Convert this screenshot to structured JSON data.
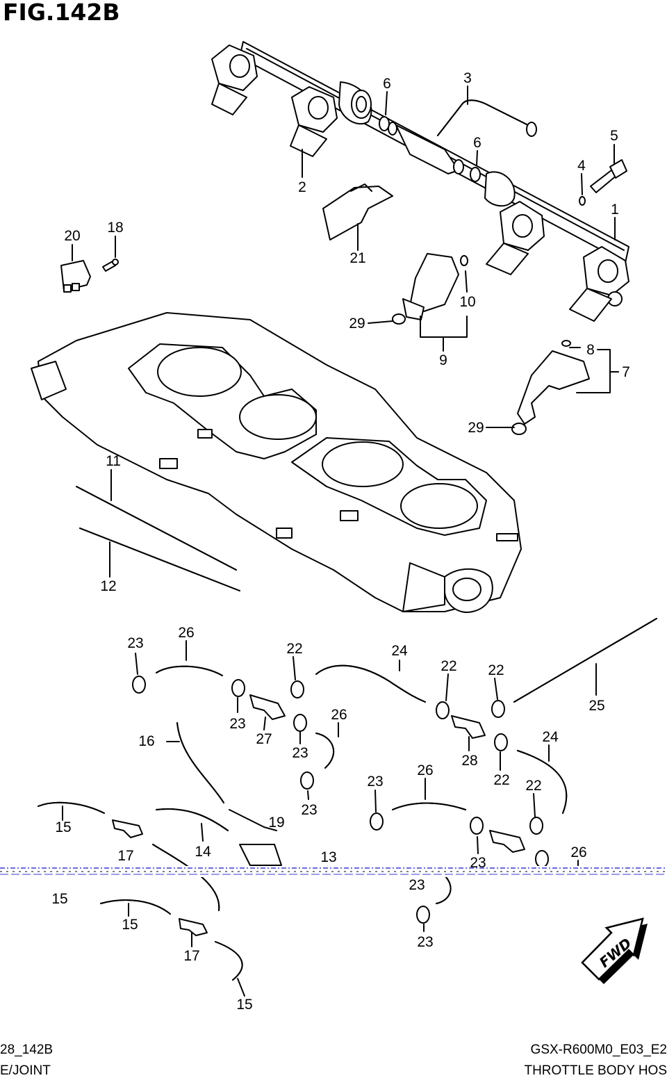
{
  "figure_title": "FIG.142B",
  "footer": {
    "left_code": "28_142B",
    "left_caption": "E/JOINT",
    "right_code": "GSX-R600M0_E03_E2",
    "right_caption": "THROTTLE BODY HOS"
  },
  "fwd_label": "FWD",
  "callouts": [
    {
      "id": "c1",
      "text": "1"
    },
    {
      "id": "c2",
      "text": "2"
    },
    {
      "id": "c3",
      "text": "3"
    },
    {
      "id": "c4",
      "text": "4"
    },
    {
      "id": "c5",
      "text": "5"
    },
    {
      "id": "c6a",
      "text": "6"
    },
    {
      "id": "c6b",
      "text": "6"
    },
    {
      "id": "c7",
      "text": "7"
    },
    {
      "id": "c8",
      "text": "8"
    },
    {
      "id": "c9",
      "text": "9"
    },
    {
      "id": "c10",
      "text": "10"
    },
    {
      "id": "c11",
      "text": "11"
    },
    {
      "id": "c12",
      "text": "12"
    },
    {
      "id": "c13",
      "text": "13"
    },
    {
      "id": "c14",
      "text": "14"
    },
    {
      "id": "c15a",
      "text": "15"
    },
    {
      "id": "c15b",
      "text": "15"
    },
    {
      "id": "c15c",
      "text": "15"
    },
    {
      "id": "c15d",
      "text": "15"
    },
    {
      "id": "c16",
      "text": "16"
    },
    {
      "id": "c17a",
      "text": "17"
    },
    {
      "id": "c17b",
      "text": "17"
    },
    {
      "id": "c18",
      "text": "18"
    },
    {
      "id": "c19",
      "text": "19"
    },
    {
      "id": "c20",
      "text": "20"
    },
    {
      "id": "c21",
      "text": "21"
    },
    {
      "id": "c22a",
      "text": "22"
    },
    {
      "id": "c22b",
      "text": "22"
    },
    {
      "id": "c22c",
      "text": "22"
    },
    {
      "id": "c22d",
      "text": "22"
    },
    {
      "id": "c22e",
      "text": "22"
    },
    {
      "id": "c23a",
      "text": "23"
    },
    {
      "id": "c23b",
      "text": "23"
    },
    {
      "id": "c23c",
      "text": "23"
    },
    {
      "id": "c23d",
      "text": "23"
    },
    {
      "id": "c23e",
      "text": "23"
    },
    {
      "id": "c23f",
      "text": "23"
    },
    {
      "id": "c23g",
      "text": "23"
    },
    {
      "id": "c23h",
      "text": "23"
    },
    {
      "id": "c24a",
      "text": "24"
    },
    {
      "id": "c24b",
      "text": "24"
    },
    {
      "id": "c25",
      "text": "25"
    },
    {
      "id": "c26a",
      "text": "26"
    },
    {
      "id": "c26b",
      "text": "26"
    },
    {
      "id": "c26c",
      "text": "26"
    },
    {
      "id": "c26d",
      "text": "26"
    },
    {
      "id": "c27",
      "text": "27"
    },
    {
      "id": "c28",
      "text": "28"
    },
    {
      "id": "c29a",
      "text": "29"
    },
    {
      "id": "c29b",
      "text": "29"
    }
  ]
}
